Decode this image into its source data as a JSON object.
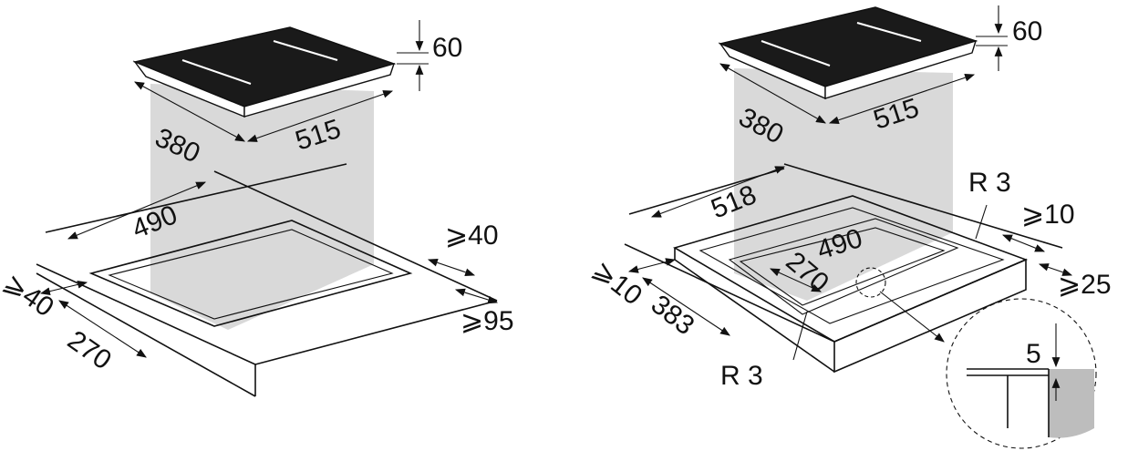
{
  "left_diagram": {
    "hob_height": "60",
    "hob_depth": "380",
    "hob_width": "515",
    "cutout_width": "490",
    "min_side_clearance": "⩾40",
    "min_front_clearance": "⩾40",
    "cutout_depth": "270",
    "min_back_clearance": "⩾95"
  },
  "right_diagram": {
    "hob_height": "60",
    "hob_depth": "380",
    "hob_width": "515",
    "recess_width": "518",
    "corner_radius_top": "R 3",
    "min_side_clearance": "⩾10",
    "cutout_width": "490",
    "cutout_depth": "270",
    "min_front_clearance": "⩾10",
    "recess_depth": "383",
    "min_back_clearance": "⩾25",
    "corner_radius_bottom": "R 3",
    "detail_depth": "5"
  },
  "colors": {
    "hob": "#1a1a1a",
    "shade": "#d9d9d9",
    "line": "#111111"
  }
}
